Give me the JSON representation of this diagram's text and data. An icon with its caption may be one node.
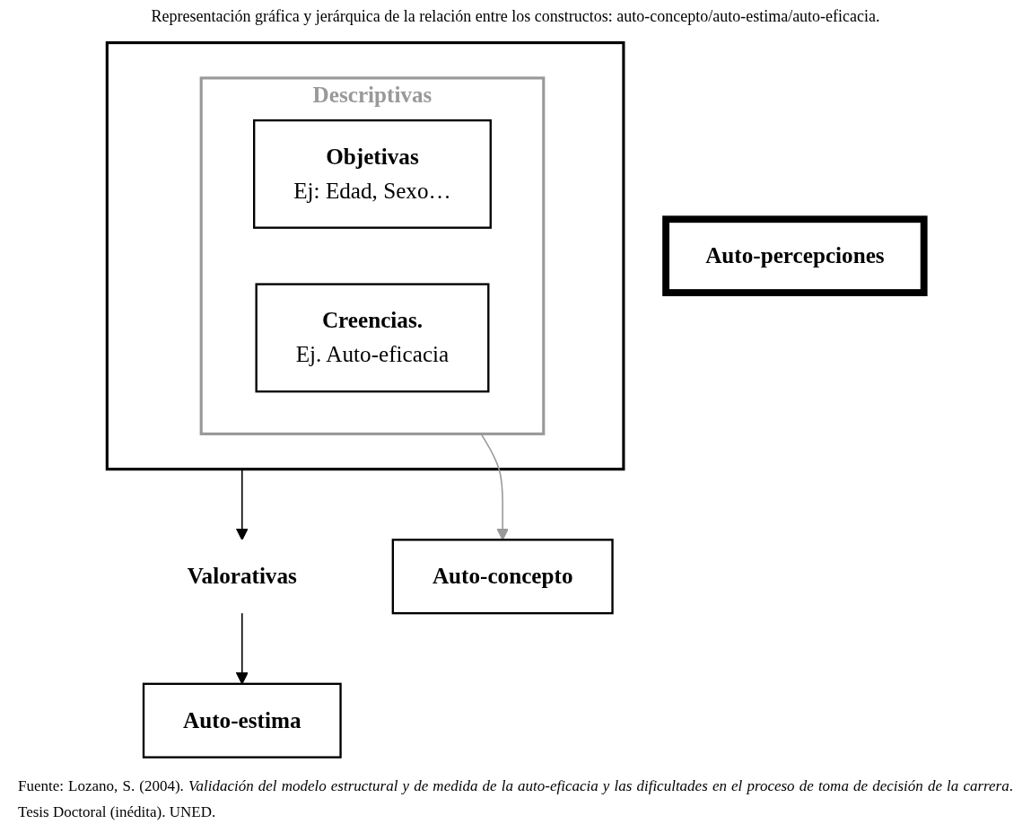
{
  "diagram": {
    "title": "Representación gráfica y jerárquica de la relación entre los constructos: auto-concepto/auto-estima/auto-eficacia.",
    "caption": "Fuente: Lozano, S. (2004). *Validación del modelo estructural y de medida de la auto-eficacia y las dificultades en el proceso de toma de decisión de la carrera*. Tesis Doctoral (inédita). UNED.",
    "nodes": [
      {
        "text": [
          "Auto-percepciones"
        ]
      },
      {
        "text": [],
        "shape": "box"
      },
      {
        "text": [
          "Descriptivas"
        ],
        "in": 1
      },
      {
        "text": [
          "Objetivas",
          "Ej: Edad, Sexo…"
        ],
        "in": 2
      },
      {
        "text": [
          "Creencias.",
          "Ej. Auto-eficacia"
        ],
        "in": 2
      },
      {
        "text": [
          "Valorativas"
        ]
      },
      {
        "text": [
          "Auto-estima"
        ]
      },
      {
        "text": [
          "Auto-concepto"
        ]
      }
    ],
    "edges": [
      {
        "from": 1,
        "to": 5,
        "arrow": "to"
      },
      {
        "from": 2,
        "to": 7,
        "arrow": "to",
        "color": "#999999"
      },
      {
        "from": 5,
        "to": 6,
        "arrow": "to"
      }
    ]
  }
}
